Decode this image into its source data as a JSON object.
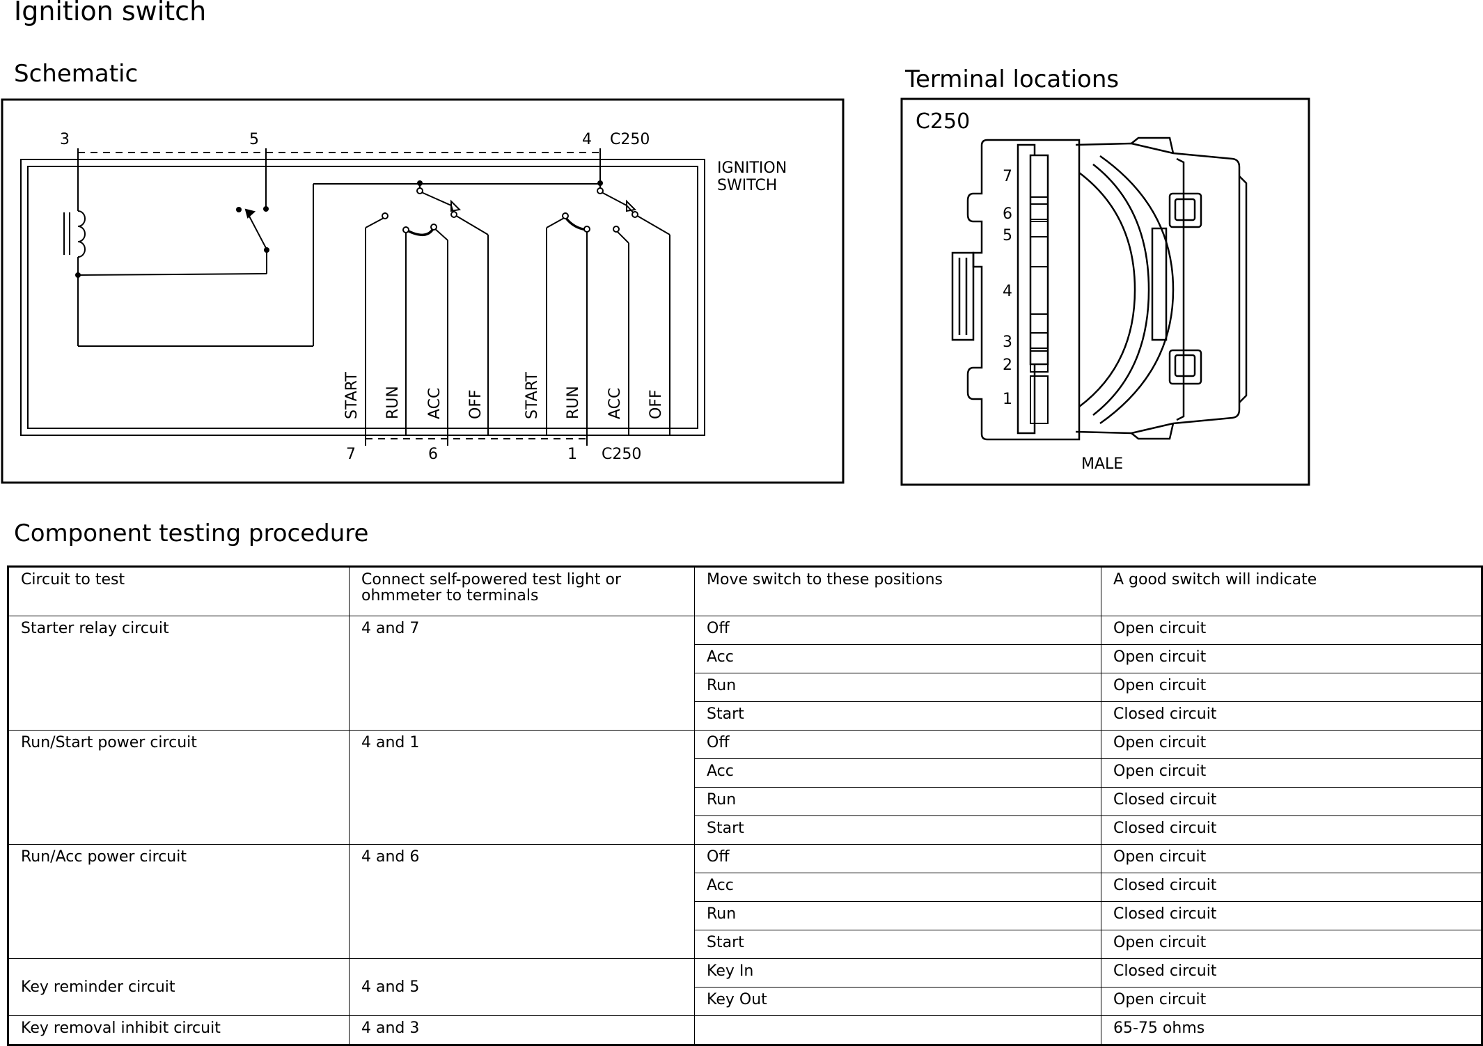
{
  "title": "Ignition switch",
  "schematic": {
    "heading": "Schematic",
    "connector_top": "C250",
    "connector_bottom": "C250",
    "switch_label_line1": "IGNITION",
    "switch_label_line2": "SWITCH",
    "pins_top": [
      "3",
      "5",
      "4"
    ],
    "pins_bottom": [
      "7",
      "6",
      "1"
    ],
    "positions": [
      "START",
      "RUN",
      "ACC",
      "OFF",
      "START",
      "RUN",
      "ACC",
      "OFF"
    ]
  },
  "terminals": {
    "heading": "Terminal locations",
    "connector": "C250",
    "pin_numbers": [
      "7",
      "6",
      "5",
      "4",
      "3",
      "2",
      "1"
    ],
    "gender": "MALE"
  },
  "procedure": {
    "heading": "Component testing procedure",
    "columns": [
      "Circuit to test",
      "Connect self-powered test light or ohmmeter to terminals",
      "Move switch to these positions",
      "A good switch will indicate"
    ],
    "groups": [
      {
        "circuit": "Starter relay circuit",
        "terminals": "4 and 7",
        "rows": [
          {
            "position": "Off",
            "result": "Open circuit"
          },
          {
            "position": "Acc",
            "result": "Open circuit"
          },
          {
            "position": "Run",
            "result": "Open circuit"
          },
          {
            "position": "Start",
            "result": "Closed circuit"
          }
        ]
      },
      {
        "circuit": "Run/Start power circuit",
        "terminals": "4 and 1",
        "rows": [
          {
            "position": "Off",
            "result": "Open circuit"
          },
          {
            "position": "Acc",
            "result": "Open circuit"
          },
          {
            "position": "Run",
            "result": "Closed circuit"
          },
          {
            "position": "Start",
            "result": "Closed circuit"
          }
        ]
      },
      {
        "circuit": "Run/Acc power circuit",
        "terminals": "4 and 6",
        "rows": [
          {
            "position": "Off",
            "result": "Open circuit"
          },
          {
            "position": "Acc",
            "result": "Closed circuit"
          },
          {
            "position": "Run",
            "result": "Closed circuit"
          },
          {
            "position": "Start",
            "result": "Open circuit"
          }
        ]
      },
      {
        "circuit": "Key reminder circuit",
        "terminals": "4 and 5",
        "rows": [
          {
            "position": "Key In",
            "result": "Closed circuit"
          },
          {
            "position": "Key Out",
            "result": "Open circuit"
          }
        ]
      },
      {
        "circuit": "Key removal inhibit circuit",
        "terminals": "4 and 3",
        "rows": [
          {
            "position": "",
            "result": "65-75 ohms"
          }
        ]
      }
    ]
  }
}
